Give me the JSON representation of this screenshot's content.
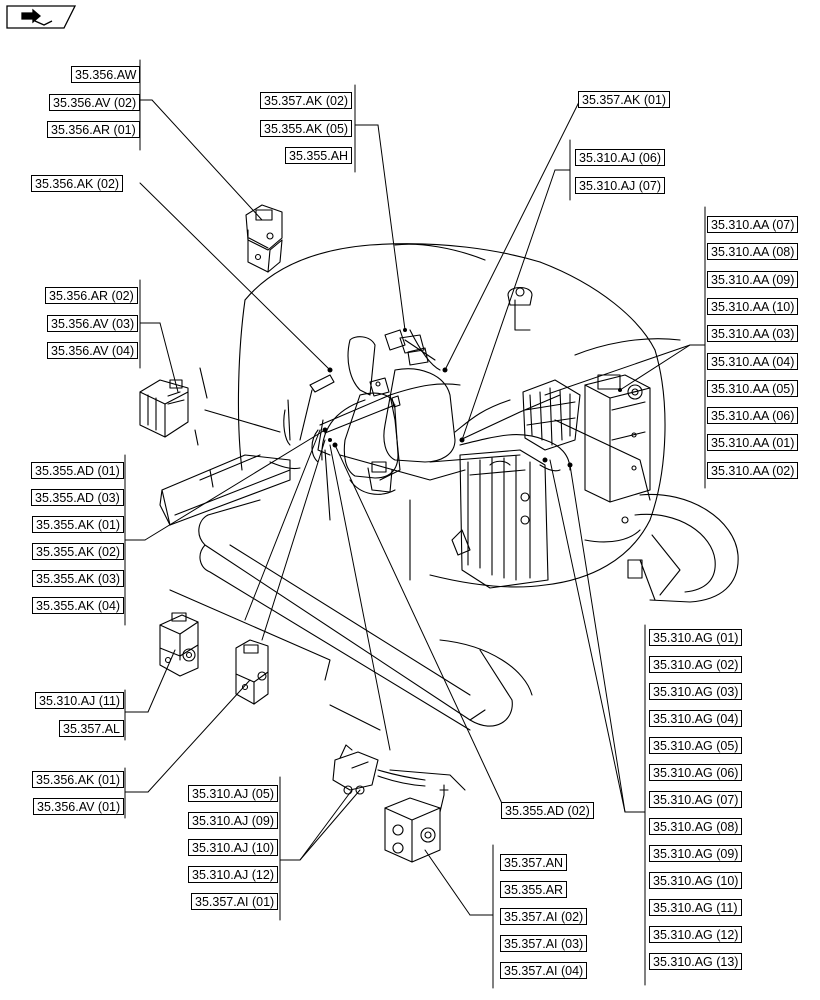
{
  "nav": {
    "icon": "next-page-icon"
  },
  "groups": {
    "top_left": [
      "35.356.AW",
      "35.356.AV (02)",
      "35.356.AR (01)"
    ],
    "top_center": [
      "35.357.AK (02)",
      "35.355.AK (05)",
      "35.355.AH"
    ],
    "top_right_single": [
      "35.357.AK (01)"
    ],
    "aj_right": [
      "35.310.AJ (06)",
      "35.310.AJ (07)"
    ],
    "aa_list": [
      "35.310.AA (07)",
      "35.310.AA (08)",
      "35.310.AA (09)",
      "35.310.AA (10)",
      "35.310.AA (03)",
      "35.310.AA (04)",
      "35.310.AA (05)",
      "35.310.AA (06)",
      "35.310.AA (01)",
      "35.310.AA (02)"
    ],
    "ak_single": [
      "35.356.AK (02)"
    ],
    "left_mid": [
      "35.356.AR (02)",
      "35.356.AV (03)",
      "35.356.AV (04)"
    ],
    "left_main": [
      "35.355.AD (01)",
      "35.355.AD (03)",
      "35.355.AK (01)",
      "35.355.AK (02)",
      "35.355.AK (03)",
      "35.355.AK (04)"
    ],
    "ag_list": [
      "35.310.AG (01)",
      "35.310.AG (02)",
      "35.310.AG (03)",
      "35.310.AG (04)",
      "35.310.AG (05)",
      "35.310.AG (06)",
      "35.310.AG (07)",
      "35.310.AG (08)",
      "35.310.AG (09)",
      "35.310.AG (10)",
      "35.310.AG (11)",
      "35.310.AG (12)",
      "35.310.AG (13)"
    ],
    "left_low": [
      "35.310.AJ (11)",
      "35.357.AL"
    ],
    "left_bottom": [
      "35.356.AK (01)",
      "35.356.AV (01)"
    ],
    "aj_bottom": [
      "35.310.AJ (05)",
      "35.310.AJ (09)",
      "35.310.AJ (10)",
      "35.310.AJ (12)",
      "35.357.AI (01)"
    ],
    "ad_single": [
      "35.355.AD (02)"
    ],
    "an_list": [
      "35.357.AN",
      "35.355.AR",
      "35.357.AI (02)",
      "35.357.AI (03)",
      "35.357.AI (04)"
    ]
  }
}
